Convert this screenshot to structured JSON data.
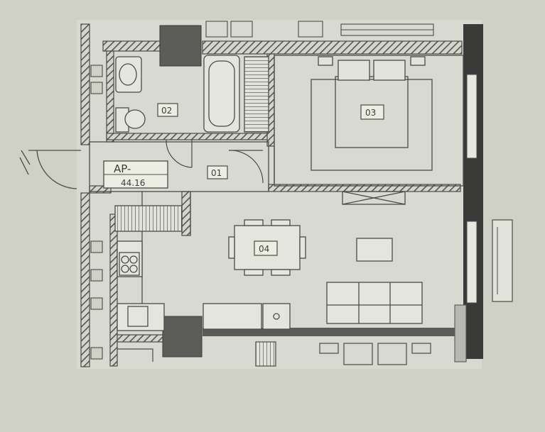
{
  "apartment": {
    "label": "AP-",
    "area": "44.16"
  },
  "rooms": [
    {
      "id": "01"
    },
    {
      "id": "02"
    },
    {
      "id": "03"
    },
    {
      "id": "04"
    }
  ],
  "colors": {
    "paper": "#d8d9d0",
    "background": "#cfd0c6",
    "line": "#4a4c48",
    "wall_fill": "#b7b8b0",
    "dark_block": "#5c5d58",
    "window_dark": "#2b2c2a"
  },
  "icons": [
    "wc-icon",
    "bathtub-icon",
    "bed-icon",
    "sofa-icon",
    "hob-icon",
    "sink-icon",
    "dining-table-icon",
    "wardrobe-icon"
  ]
}
